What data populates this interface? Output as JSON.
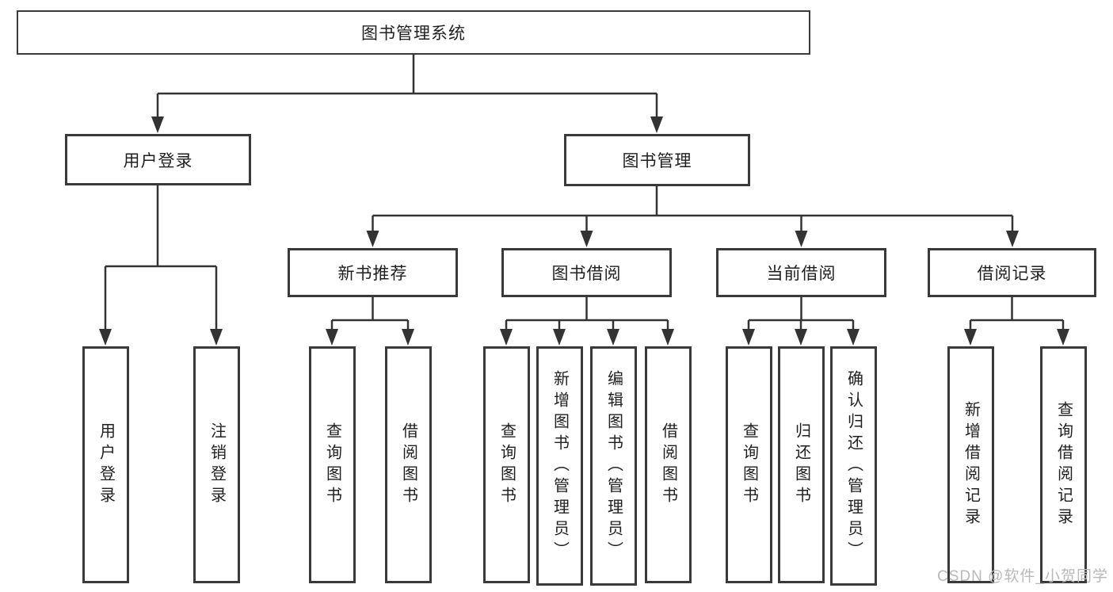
{
  "page": {
    "watermark": "CSDN @软件_小贺同学"
  },
  "colors": {
    "line": "#333333",
    "box_border": "#3a3a3a",
    "box_fill": "#ffffff",
    "text": "#1f1f1f",
    "watermark": "#b9b9b9",
    "background": "#ffffff"
  },
  "tree": {
    "root": {
      "label": "图书管理系统"
    },
    "branches": [
      {
        "label": "用户登录",
        "children": [
          {
            "label": "用户登录"
          },
          {
            "label": "注销登录"
          }
        ]
      },
      {
        "label": "图书管理",
        "children": [
          {
            "label": "新书推荐",
            "children": [
              {
                "label": "查询图书"
              },
              {
                "label": "借阅图书"
              }
            ]
          },
          {
            "label": "图书借阅",
            "children": [
              {
                "label": "查询图书"
              },
              {
                "label": "新增图书（管理员）"
              },
              {
                "label": "编辑图书（管理员）"
              },
              {
                "label": "借阅图书"
              }
            ]
          },
          {
            "label": "当前借阅",
            "children": [
              {
                "label": "查询图书"
              },
              {
                "label": "归还图书"
              },
              {
                "label": "确认归还（管理员）"
              }
            ]
          },
          {
            "label": "借阅记录",
            "children": [
              {
                "label": "新增借阅记录"
              },
              {
                "label": "查询借阅记录"
              }
            ]
          }
        ]
      }
    ]
  }
}
